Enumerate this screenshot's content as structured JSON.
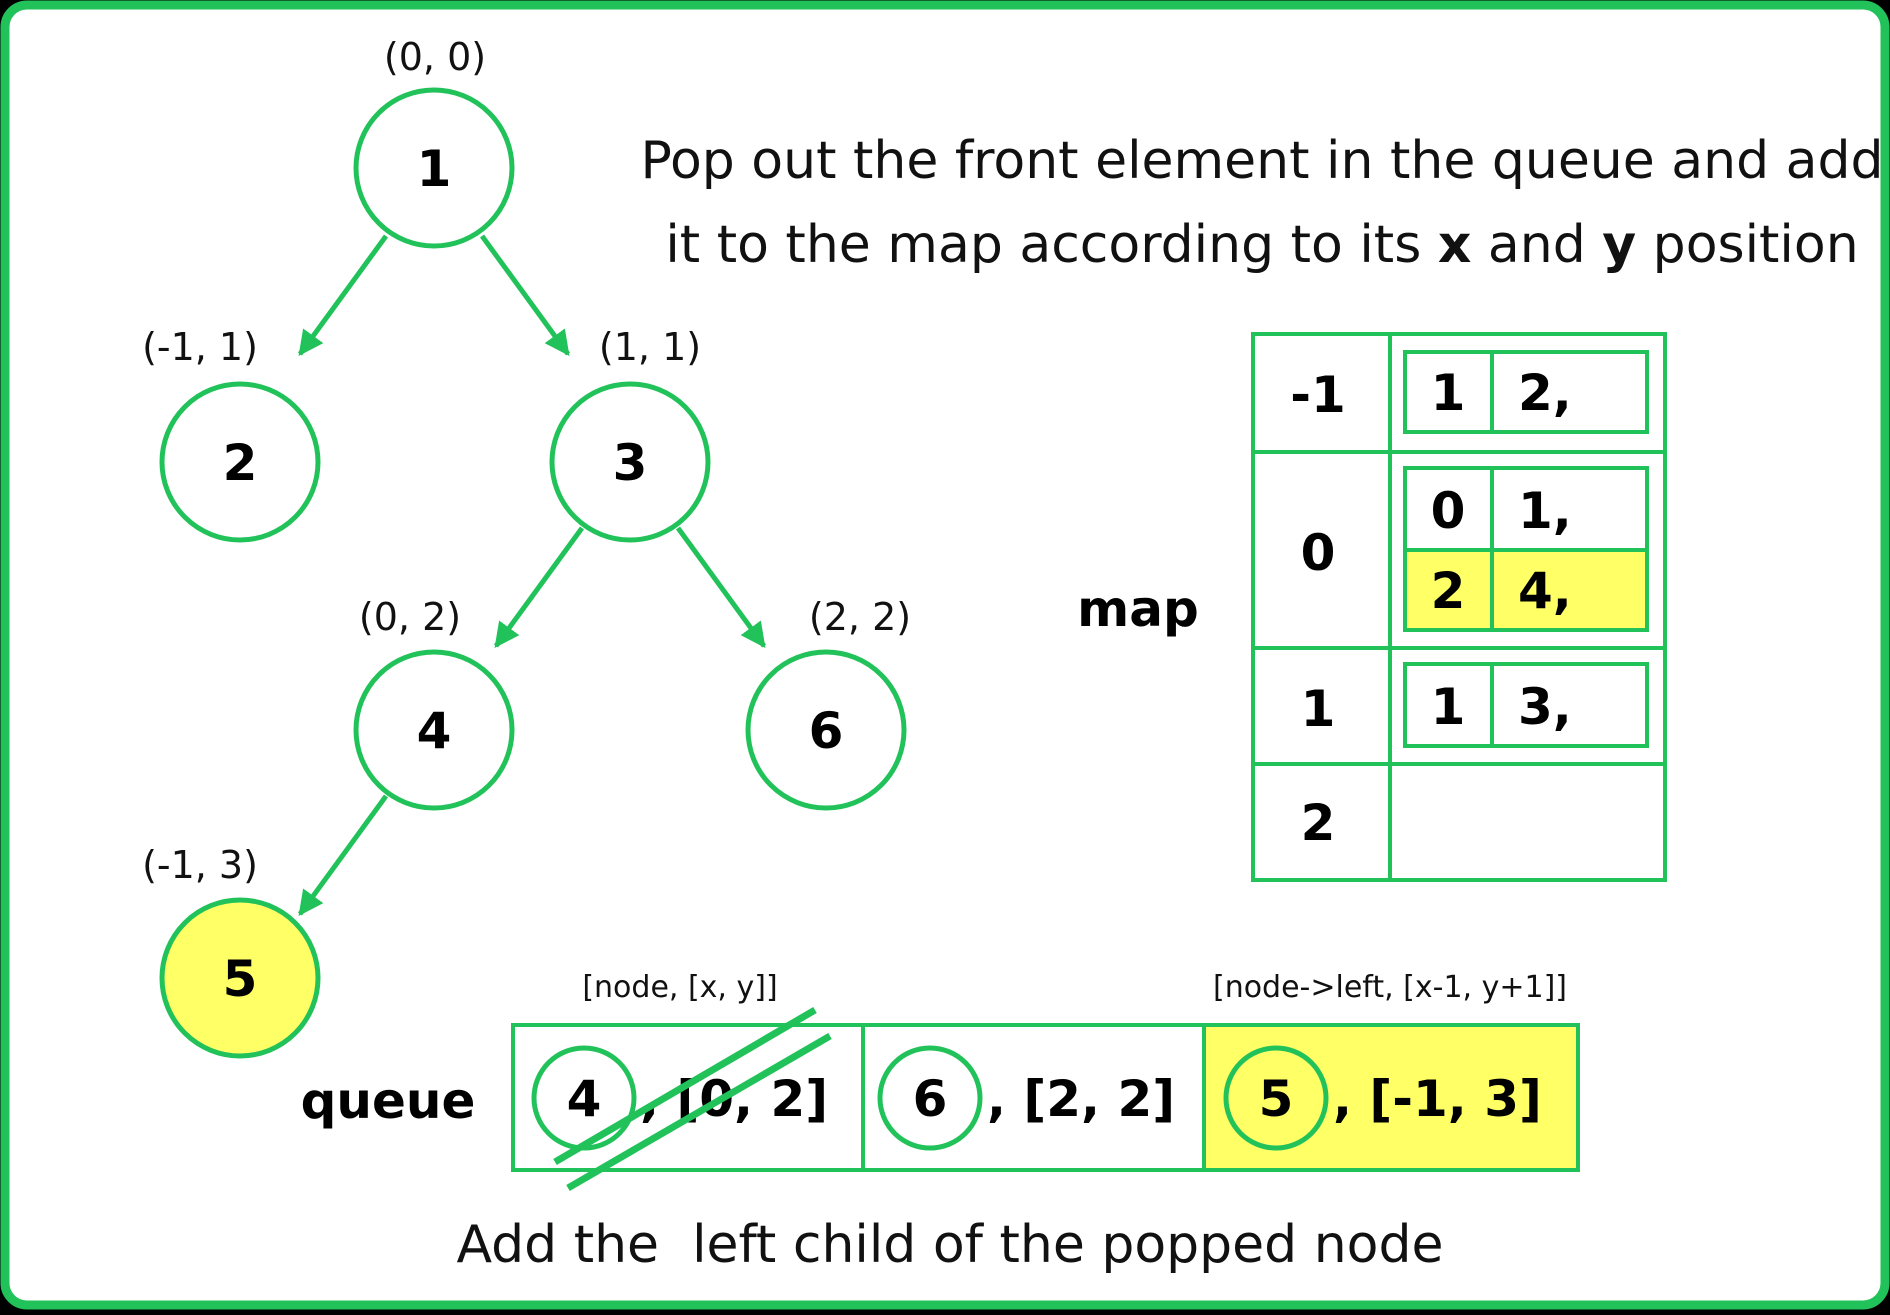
{
  "colors": {
    "green": "#22c25a",
    "highlight": "#ffff66",
    "background": "#ffffff",
    "text": "#000000"
  },
  "tree": {
    "nodes": [
      {
        "id": "n1",
        "value": "1",
        "coord": "(0, 0)",
        "highlight": false
      },
      {
        "id": "n2",
        "value": "2",
        "coord": "(-1, 1)",
        "highlight": false
      },
      {
        "id": "n3",
        "value": "3",
        "coord": "(1, 1)",
        "highlight": false
      },
      {
        "id": "n4",
        "value": "4",
        "coord": "(0, 2)",
        "highlight": false
      },
      {
        "id": "n6",
        "value": "6",
        "coord": "(2, 2)",
        "highlight": false
      },
      {
        "id": "n5",
        "value": "5",
        "coord": "(-1, 3)",
        "highlight": true
      }
    ],
    "edges": [
      {
        "from": "n1",
        "to": "n2"
      },
      {
        "from": "n1",
        "to": "n3"
      },
      {
        "from": "n3",
        "to": "n4"
      },
      {
        "from": "n3",
        "to": "n6"
      },
      {
        "from": "n4",
        "to": "n5"
      }
    ]
  },
  "top_text": {
    "line1": "Pop out the front element in the queue and add",
    "line2_a": "it to the map according to its ",
    "line2_x": "x",
    "line2_b": " and ",
    "line2_y": "y",
    "line2_c": " position"
  },
  "map": {
    "label": "map",
    "rows": [
      {
        "key": "-1",
        "entries": [
          {
            "a": "1",
            "b": "2,",
            "highlight": false
          }
        ]
      },
      {
        "key": "0",
        "entries": [
          {
            "a": "0",
            "b": "1,",
            "highlight": false
          },
          {
            "a": "2",
            "b": "4,",
            "highlight": true
          }
        ]
      },
      {
        "key": "1",
        "entries": [
          {
            "a": "1",
            "b": "3,",
            "highlight": false
          }
        ]
      },
      {
        "key": "2",
        "entries": []
      }
    ]
  },
  "queue": {
    "label": "queue",
    "format_left": "[node, [x, y]]",
    "format_right": "[node->left, [x-1, y+1]]",
    "items": [
      {
        "node": "4",
        "pos": ", [0, 2]",
        "popped": true,
        "highlight": false
      },
      {
        "node": "6",
        "pos": ", [2, 2]",
        "popped": false,
        "highlight": false
      },
      {
        "node": "5",
        "pos": ", [-1, 3]",
        "popped": false,
        "highlight": true
      }
    ]
  },
  "bottom_caption": "Add the  left child of the popped node"
}
